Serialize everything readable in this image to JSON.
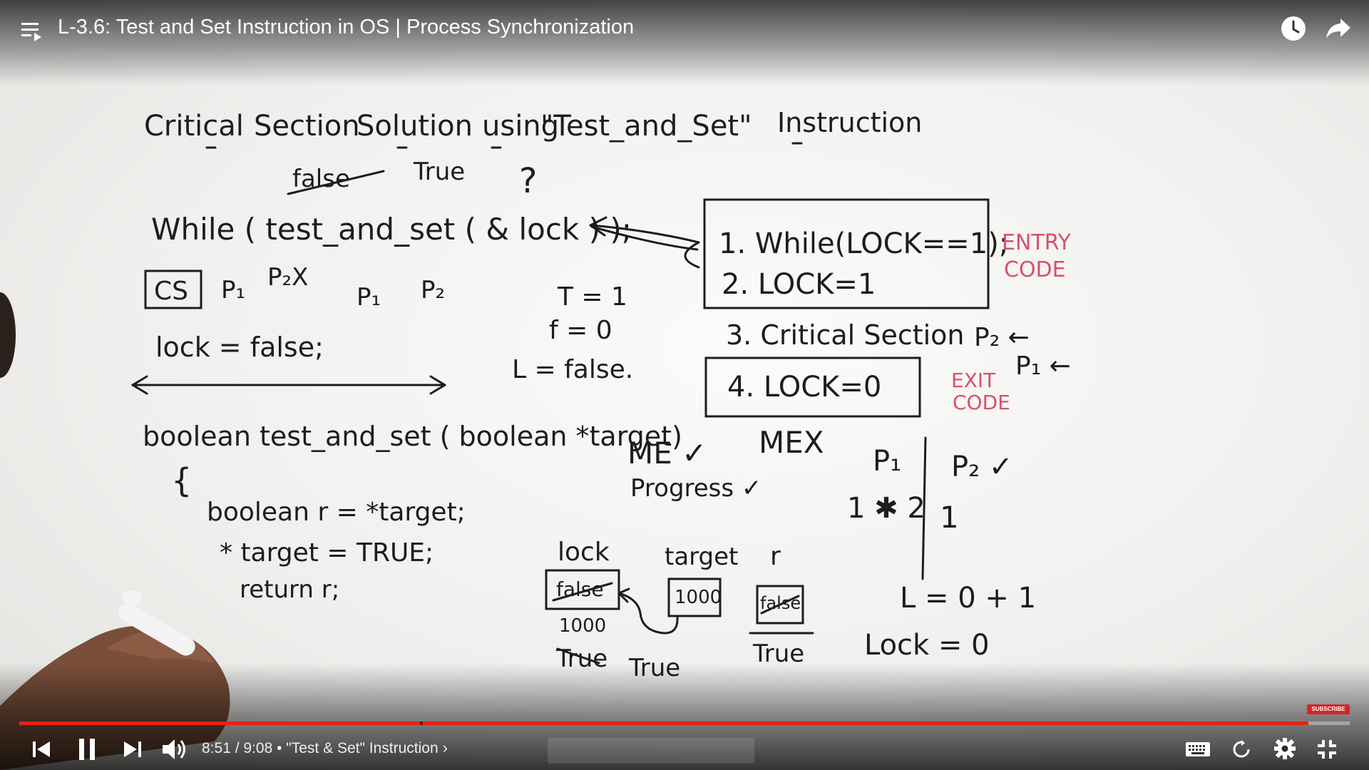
{
  "player": {
    "title": "L-3.6: Test and Set Instruction in OS | Process Synchronization",
    "time_current": "8:51",
    "time_separator": " / ",
    "time_total": "9:08",
    "chapter_prefix": " • ",
    "chapter": "\"Test & Set\" Instruction",
    "chapter_chevron": "›",
    "progress_fraction": 0.969,
    "subscribe_badge": "SUBSCRIBE",
    "accent_color": "#e62117",
    "icons": [
      "playlist-icon",
      "watch-later-icon",
      "share-icon",
      "previous-icon",
      "pause-icon",
      "next-icon",
      "volume-icon",
      "keyboard-icon",
      "autoplay-icon",
      "settings-icon",
      "exit-fullscreen-icon"
    ]
  },
  "board": {
    "heading": [
      "Critical",
      "Section",
      "Solution",
      "using",
      "\"Test_and_Set\"",
      "Instruction"
    ],
    "struck_word": "false",
    "true_word": "True",
    "question": "?",
    "while_stmt": "While ( test_and_set ( & lock ) );",
    "cs_box": "CS",
    "p_labels": [
      "P₁",
      "P₂X",
      "P₁",
      "P₂"
    ],
    "lock_init": "lock = false;",
    "func_sig": "boolean test_and_set ( boolean *target)",
    "brace": "{",
    "body": [
      "boolean r = *target;",
      "* target = TRUE;",
      "return r;"
    ],
    "legend": [
      "T = 1",
      "f = 0",
      "L = false."
    ],
    "entry_steps": [
      "1.  While(LOCK==1);",
      "2.  LOCK=1"
    ],
    "entry_label": [
      "ENTRY",
      "CODE"
    ],
    "step3": "3.  Critical Section",
    "p_arrows": [
      "P₂ ←",
      "P₁ ←"
    ],
    "step4": "4. LOCK=0",
    "exit_label": [
      "EXIT",
      "CODE"
    ],
    "me": "ME ✓",
    "mex": "MEX",
    "progress": "Progress ✓",
    "proc_cols": [
      "P₁",
      "P₂ ✓"
    ],
    "proc_vals": [
      "1 ✱ 2",
      "1"
    ],
    "var_names": [
      "lock",
      "target",
      "r"
    ],
    "lock_box": "false",
    "target_box": "1000",
    "r_box": "false",
    "addr_label": "1000",
    "lock_trace": [
      "True",
      "True"
    ],
    "r_trace": "True",
    "l_eq": "L = 0 + 1",
    "lock_eq": "Lock = 0"
  }
}
